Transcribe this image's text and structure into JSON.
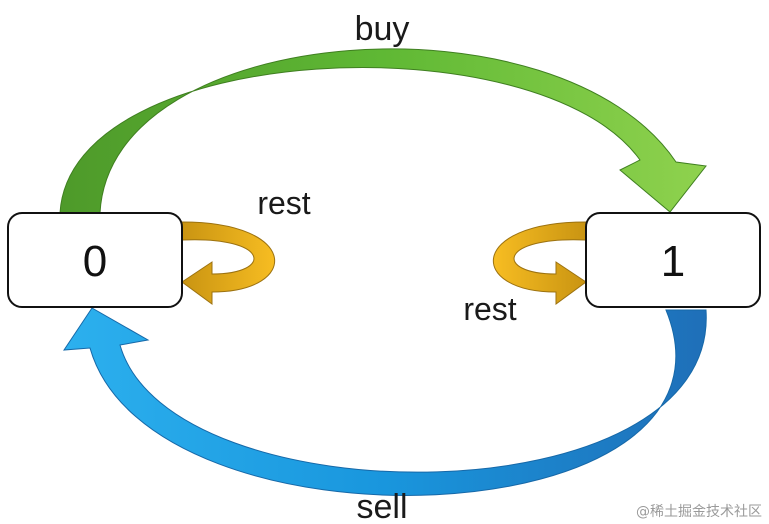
{
  "diagram": {
    "states": [
      {
        "id": "state-0",
        "label": "0"
      },
      {
        "id": "state-1",
        "label": "1"
      }
    ],
    "transitions": {
      "buy": {
        "label": "buy",
        "from": "0",
        "to": "1",
        "color": "#6fbf3a"
      },
      "sell": {
        "label": "sell",
        "from": "1",
        "to": "0",
        "color": "#1f8fd6"
      },
      "rest_left": {
        "label": "rest",
        "state": "0",
        "color": "#f2b21c"
      },
      "rest_right": {
        "label": "rest",
        "state": "1",
        "color": "#f2b21c"
      }
    }
  },
  "watermark": {
    "text": "@稀土掘金技术社区"
  }
}
